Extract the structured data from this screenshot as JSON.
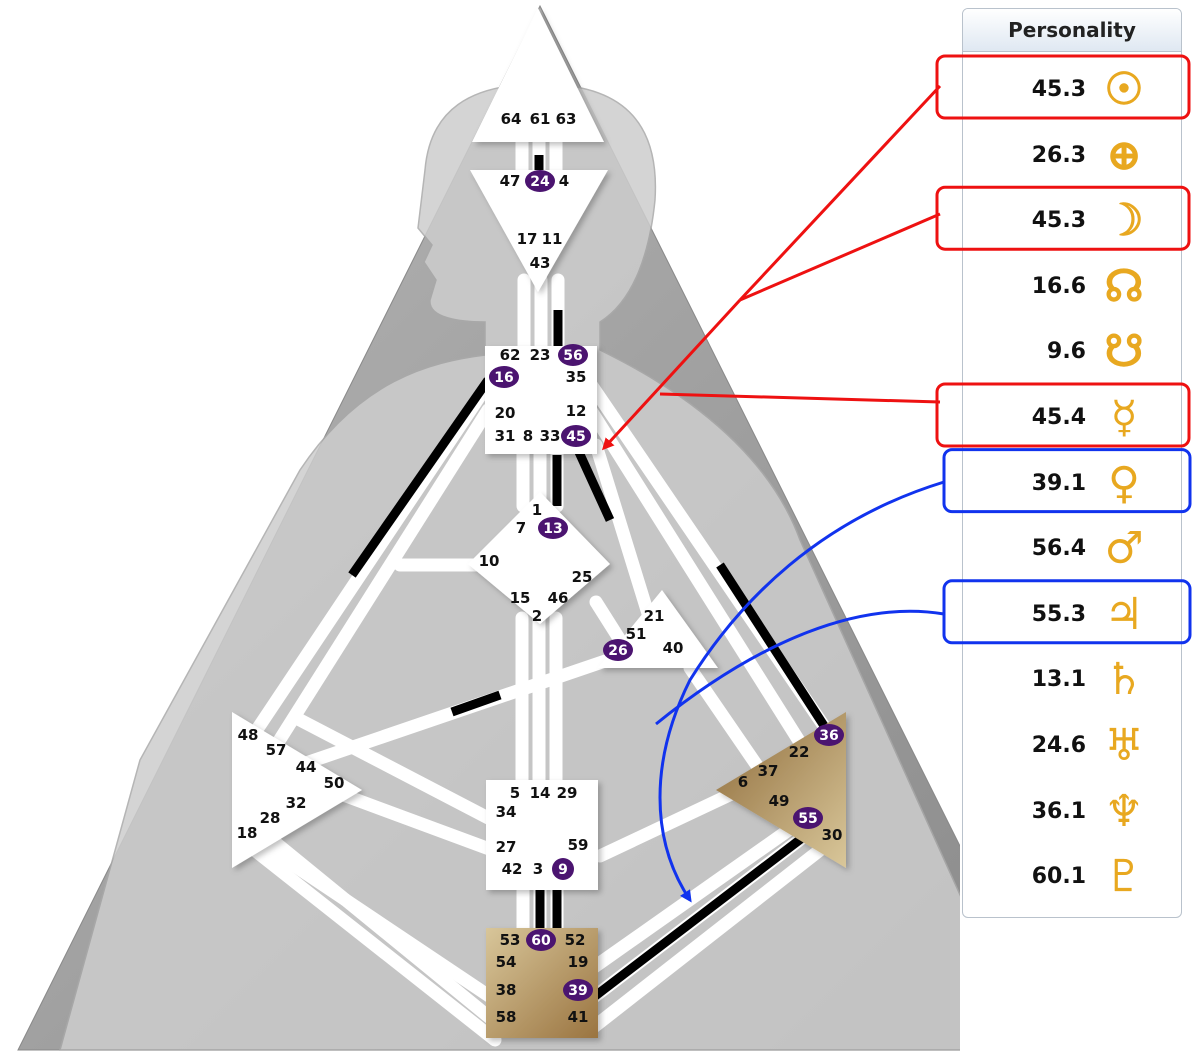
{
  "panel": {
    "title": "Personality",
    "rows": [
      {
        "value": "45.3",
        "planet": "sun",
        "symbol": "☉",
        "icon": "sun-icon"
      },
      {
        "value": "26.3",
        "planet": "earth",
        "symbol": "⊕",
        "icon": "earth-icon"
      },
      {
        "value": "45.3",
        "planet": "moon",
        "symbol": "☽",
        "icon": "moon-icon"
      },
      {
        "value": "16.6",
        "planet": "north-node",
        "symbol": "☊",
        "icon": "north-node-icon"
      },
      {
        "value": "9.6",
        "planet": "south-node",
        "symbol": "☋",
        "icon": "south-node-icon"
      },
      {
        "value": "45.4",
        "planet": "mercury",
        "symbol": "☿",
        "icon": "mercury-icon"
      },
      {
        "value": "39.1",
        "planet": "venus",
        "symbol": "♀",
        "icon": "venus-icon"
      },
      {
        "value": "56.4",
        "planet": "mars",
        "symbol": "♂",
        "icon": "mars-icon"
      },
      {
        "value": "55.3",
        "planet": "jupiter",
        "symbol": "♃",
        "icon": "jupiter-icon"
      },
      {
        "value": "13.1",
        "planet": "saturn",
        "symbol": "♄",
        "icon": "saturn-icon"
      },
      {
        "value": "24.6",
        "planet": "uranus",
        "symbol": "♅",
        "icon": "uranus-icon"
      },
      {
        "value": "36.1",
        "planet": "neptune",
        "symbol": "♆",
        "icon": "neptune-icon"
      },
      {
        "value": "60.1",
        "planet": "pluto",
        "symbol": "♇",
        "icon": "pluto-icon"
      }
    ],
    "highlight_red_rows": [
      0,
      2,
      5
    ],
    "highlight_blue_rows": [
      6,
      8
    ]
  },
  "bodygraph": {
    "colors": {
      "background_triangle": "#9c9c9c",
      "silhouette": "#c4c4c4",
      "channel_fill": "#ffffff",
      "channel_active": "#000000",
      "center_undefined": "#ffffff",
      "center_defined_motor": "#b08a4f",
      "activated_gate": "#4b1470",
      "red_annotation": "#ee1111",
      "blue_annotation": "#1133ee"
    },
    "head_gates": [
      "64",
      "61",
      "63"
    ],
    "ajna_gates": [
      "47",
      "24",
      "4",
      "17",
      "11",
      "43"
    ],
    "throat_gates": [
      "62",
      "23",
      "56",
      "16",
      "35",
      "20",
      "12",
      "31",
      "8",
      "33",
      "45"
    ],
    "g_gates": [
      "1",
      "7",
      "13",
      "10",
      "25",
      "15",
      "46",
      "2"
    ],
    "ego_gates": [
      "21",
      "51",
      "26",
      "40"
    ],
    "spleen_gates": [
      "48",
      "57",
      "44",
      "50",
      "32",
      "28",
      "18"
    ],
    "sacral_gates": [
      "5",
      "14",
      "29",
      "34",
      "27",
      "59",
      "42",
      "3",
      "9"
    ],
    "solar_plexus_gates": [
      "36",
      "22",
      "37",
      "6",
      "49",
      "55",
      "30"
    ],
    "root_gates": [
      "53",
      "60",
      "52",
      "54",
      "19",
      "38",
      "39",
      "58",
      "41"
    ],
    "activated_gates": [
      "24",
      "56",
      "16",
      "45",
      "13",
      "26",
      "9",
      "36",
      "55",
      "60",
      "39"
    ]
  }
}
